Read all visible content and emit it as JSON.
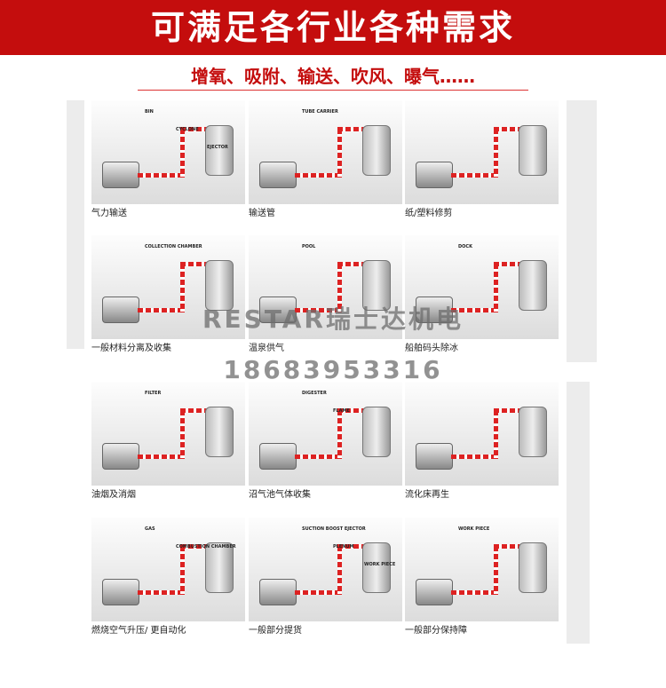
{
  "header": {
    "title": "可满足各行业各种需求",
    "subtitle": "增氧、吸附、输送、吹风、曝气……"
  },
  "watermark": {
    "brand": "RESTAR瑞士达机电",
    "phone": "18683953316"
  },
  "applications": [
    {
      "caption": "气力输送",
      "labels": [
        "BIN",
        "CYCLONE",
        "EJECTOR"
      ]
    },
    {
      "caption": "输送管",
      "labels": [
        "TUBE CARRIER"
      ]
    },
    {
      "caption": "纸/塑料修剪",
      "labels": []
    },
    {
      "caption": "一般材料分离及收集",
      "labels": [
        "COLLECTION CHAMBER"
      ]
    },
    {
      "caption": "温泉供气",
      "labels": [
        "POOL"
      ]
    },
    {
      "caption": "船舶码头除冰",
      "labels": [
        "DOCK"
      ]
    },
    {
      "caption": "油烟及消烟",
      "labels": [
        "FILTER"
      ]
    },
    {
      "caption": "沼气池气体收集",
      "labels": [
        "DIGESTER",
        "FLAME"
      ]
    },
    {
      "caption": "流化床再生",
      "labels": []
    },
    {
      "caption": "燃烧空气升压/ 更自动化",
      "labels": [
        "GAS",
        "COMBUSTION CHAMBER"
      ]
    },
    {
      "caption": "一般部分提货",
      "labels": [
        "SUCTION BOOST EJECTOR",
        "PLENUM",
        "WORK PIECE"
      ]
    },
    {
      "caption": "一般部分保持障",
      "labels": [
        "WORK PIECE"
      ]
    }
  ]
}
